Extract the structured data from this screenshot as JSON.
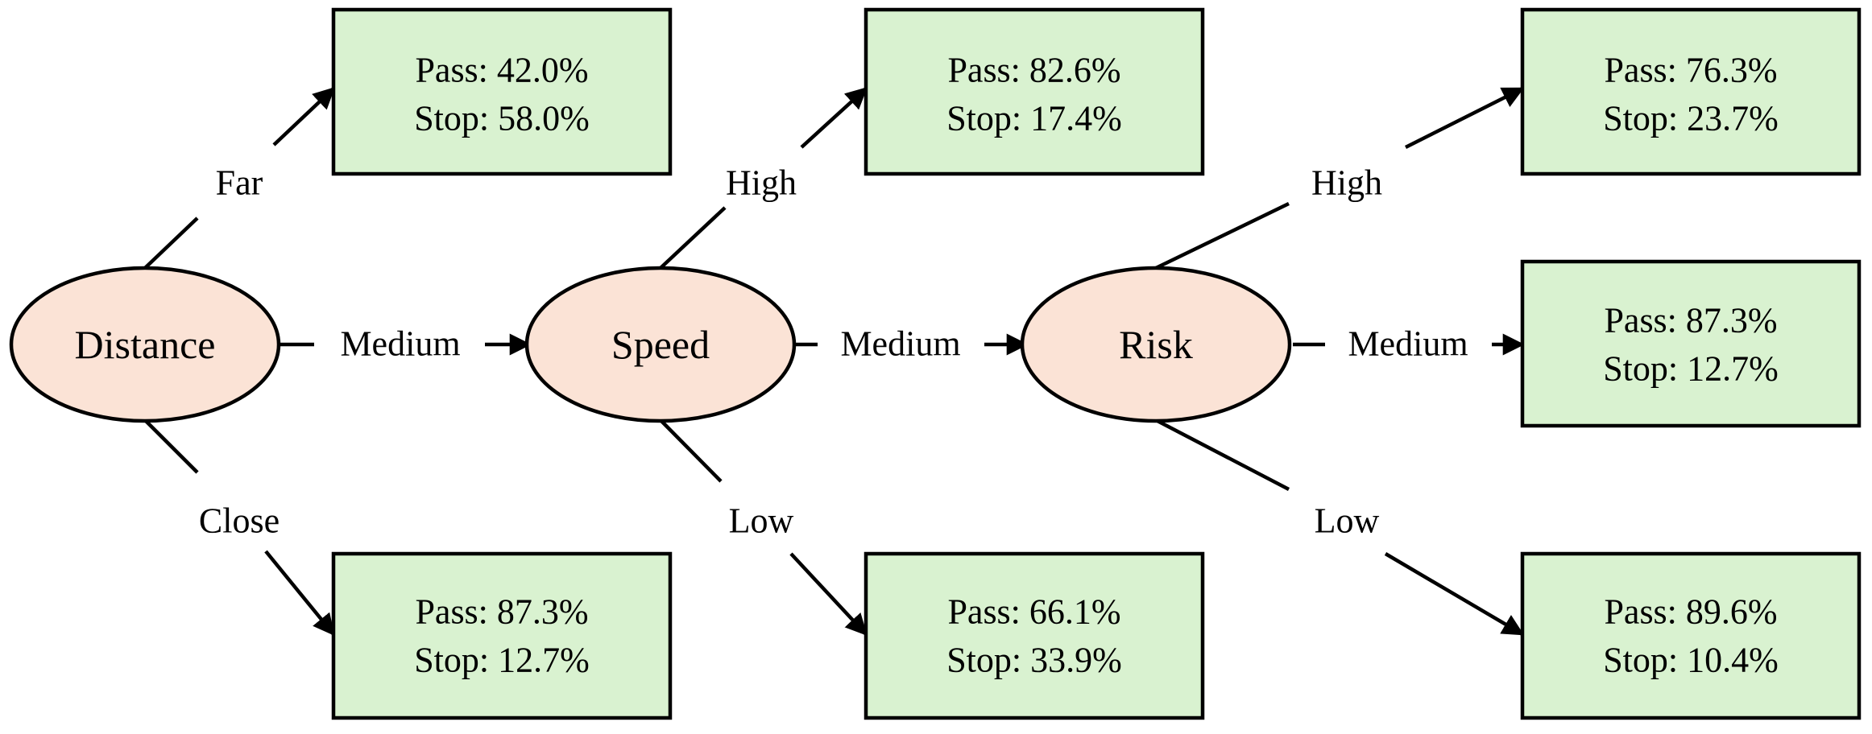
{
  "colors": {
    "decision_fill": "#fbe3d6",
    "leaf_fill": "#d9f2d0",
    "stroke": "#000000"
  },
  "nodes": {
    "distance": {
      "label": "Distance"
    },
    "speed": {
      "label": "Speed"
    },
    "risk": {
      "label": "Risk"
    }
  },
  "edges": {
    "distance_far": "Far",
    "distance_medium": "Medium",
    "distance_close": "Close",
    "speed_high": "High",
    "speed_medium": "Medium",
    "speed_low": "Low",
    "risk_high": "High",
    "risk_medium": "Medium",
    "risk_low": "Low"
  },
  "leaves": {
    "distance_far": {
      "pass": "Pass: 42.0%",
      "stop": "Stop: 58.0%"
    },
    "distance_close": {
      "pass": "Pass: 87.3%",
      "stop": "Stop: 12.7%"
    },
    "speed_high": {
      "pass": "Pass: 82.6%",
      "stop": "Stop: 17.4%"
    },
    "speed_low": {
      "pass": "Pass: 66.1%",
      "stop": "Stop: 33.9%"
    },
    "risk_high": {
      "pass": "Pass: 76.3%",
      "stop": "Stop: 23.7%"
    },
    "risk_medium": {
      "pass": "Pass: 87.3%",
      "stop": "Stop: 12.7%"
    },
    "risk_low": {
      "pass": "Pass: 89.6%",
      "stop": "Stop: 10.4%"
    }
  }
}
